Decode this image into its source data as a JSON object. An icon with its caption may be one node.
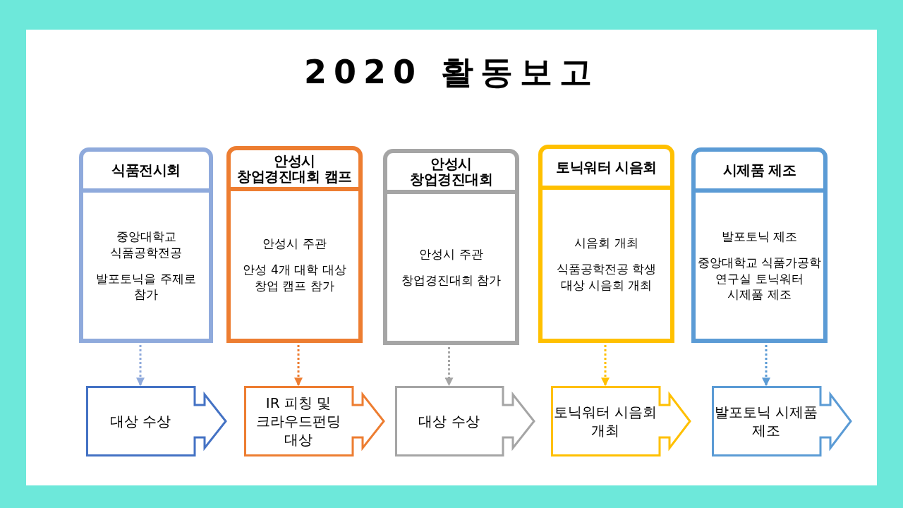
{
  "diagram": {
    "title": "2020 활동보고",
    "nodes": [
      {
        "text": [
          "식품전시회",
          "중앙대학교 식품공학전공",
          "발포토닉을 주제로 참가"
        ]
      },
      {
        "text": [
          "안성시 창업경진대회 캠프",
          "안성시 주관",
          "안성 4개 대학 대상 창업 캠프 참가"
        ]
      },
      {
        "text": [
          "안성시 창업경진대회",
          "안성시 주관",
          "창업경진대회 참가"
        ]
      },
      {
        "text": [
          "토닉워터 시음회",
          "시음회 개최",
          "식품공학전공 학생 대상 시음회 개최"
        ]
      },
      {
        "text": [
          "시제품 제조",
          "발포토닉 제조",
          "중앙대학교 식품가공학 연구실 토닉워터 시제품 제조"
        ]
      },
      {
        "text": [
          "대상 수상"
        ]
      },
      {
        "text": [
          "IR 피칭 및 크라우드펀딩 대상"
        ]
      },
      {
        "text": [
          "대상 수상"
        ]
      },
      {
        "text": [
          "토닉워터 시음회 개최"
        ]
      },
      {
        "text": [
          "발포토닉 시제품 제조"
        ]
      }
    ],
    "edges": [
      {
        "from": 0,
        "to": 5,
        "arrow": "to",
        "style": "dashed",
        "color": "#8faadc"
      },
      {
        "from": 1,
        "to": 6,
        "arrow": "to",
        "style": "dashed",
        "color": "#ed7d31"
      },
      {
        "from": 2,
        "to": 7,
        "arrow": "to",
        "style": "dashed",
        "color": "#a5a5a5"
      },
      {
        "from": 3,
        "to": 8,
        "arrow": "to",
        "style": "dashed",
        "color": "#ffc000"
      },
      {
        "from": 4,
        "to": 9,
        "arrow": "to",
        "style": "dashed",
        "color": "#5b9bd5"
      }
    ]
  }
}
